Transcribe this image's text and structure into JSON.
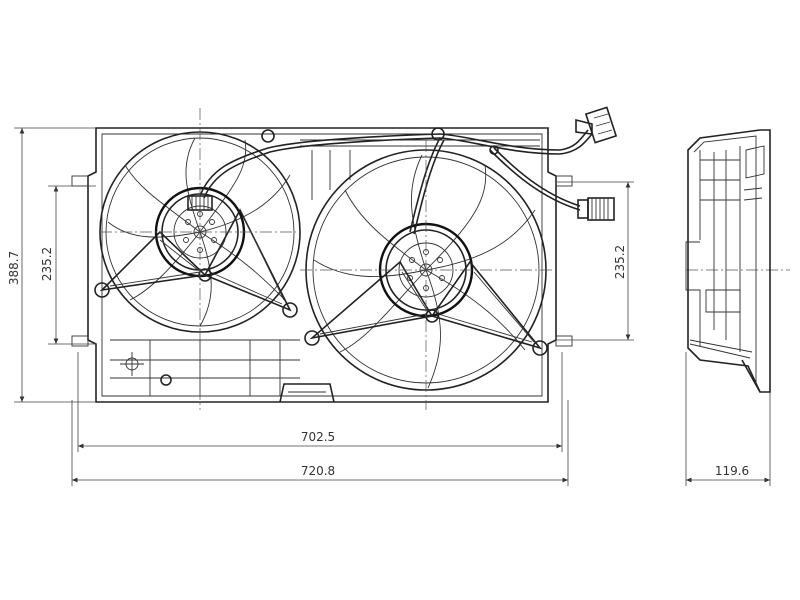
{
  "diagram": {
    "dimensions": {
      "height_left": "388.7",
      "mount_spacing_left": "235.2",
      "mount_spacing_right": "235.2",
      "inner_width": "702.5",
      "overall_width": "720.8",
      "depth": "119.6"
    },
    "parts": {
      "frame": "fan-shroud",
      "fans": [
        "left-fan",
        "right-fan"
      ],
      "connectors": [
        "upper-connector-plug",
        "lower-connector-plug"
      ],
      "side_view": "side-profile"
    },
    "colors": {
      "line": "#222222",
      "background": "#ffffff"
    }
  }
}
